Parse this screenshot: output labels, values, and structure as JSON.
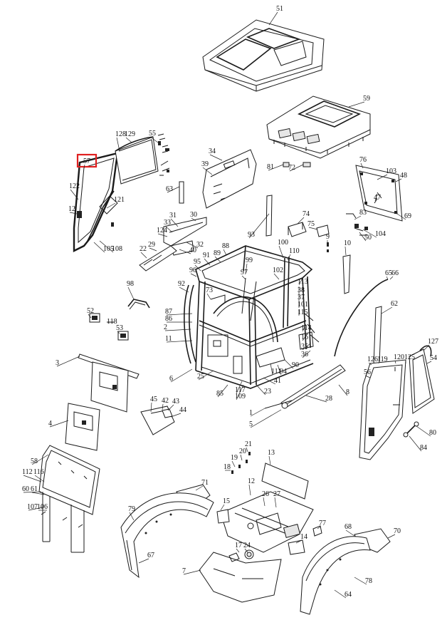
{
  "highlight": {
    "part": "57",
    "color": "#e02020"
  },
  "callouts": [
    {
      "id": "c51",
      "text": "51"
    },
    {
      "id": "c59",
      "text": "59"
    },
    {
      "id": "c128",
      "text": "128"
    },
    {
      "id": "c129",
      "text": "129"
    },
    {
      "id": "c55",
      "text": "55"
    },
    {
      "id": "c57",
      "text": "57"
    },
    {
      "id": "c122",
      "text": "122"
    },
    {
      "id": "c121",
      "text": "121"
    },
    {
      "id": "c12a",
      "text": "12"
    },
    {
      "id": "c105",
      "text": "105"
    },
    {
      "id": "c108",
      "text": "108"
    },
    {
      "id": "c34",
      "text": "34"
    },
    {
      "id": "c39",
      "text": "39"
    },
    {
      "id": "c63",
      "text": "63"
    },
    {
      "id": "c81",
      "text": "81"
    },
    {
      "id": "c72",
      "text": "72"
    },
    {
      "id": "c76",
      "text": "76"
    },
    {
      "id": "c103",
      "text": "103"
    },
    {
      "id": "c48",
      "text": "48"
    },
    {
      "id": "c47",
      "text": "47"
    },
    {
      "id": "c69",
      "text": "69"
    },
    {
      "id": "c83",
      "text": "83"
    },
    {
      "id": "c104",
      "text": "104"
    },
    {
      "id": "c50",
      "text": "50"
    },
    {
      "id": "c31",
      "text": "31"
    },
    {
      "id": "c33",
      "text": "33"
    },
    {
      "id": "c30",
      "text": "30"
    },
    {
      "id": "c124",
      "text": "124"
    },
    {
      "id": "c32",
      "text": "32"
    },
    {
      "id": "c40",
      "text": "40"
    },
    {
      "id": "c29",
      "text": "29"
    },
    {
      "id": "c22",
      "text": "22"
    },
    {
      "id": "c74",
      "text": "74"
    },
    {
      "id": "c75",
      "text": "75"
    },
    {
      "id": "c9",
      "text": "9"
    },
    {
      "id": "c93",
      "text": "93"
    },
    {
      "id": "c100",
      "text": "100"
    },
    {
      "id": "c110",
      "text": "110"
    },
    {
      "id": "c10",
      "text": "10"
    },
    {
      "id": "c88",
      "text": "88"
    },
    {
      "id": "c89",
      "text": "89"
    },
    {
      "id": "c91",
      "text": "91"
    },
    {
      "id": "c95",
      "text": "95"
    },
    {
      "id": "c96",
      "text": "96"
    },
    {
      "id": "c99",
      "text": "99"
    },
    {
      "id": "c97",
      "text": "97"
    },
    {
      "id": "c102",
      "text": "102"
    },
    {
      "id": "c113",
      "text": "113"
    },
    {
      "id": "c38",
      "text": "38"
    },
    {
      "id": "c37",
      "text": "37"
    },
    {
      "id": "c101",
      "text": "101"
    },
    {
      "id": "c115",
      "text": "115"
    },
    {
      "id": "c65",
      "text": "65"
    },
    {
      "id": "c66",
      "text": "66"
    },
    {
      "id": "c62",
      "text": "62"
    },
    {
      "id": "c98",
      "text": "98"
    },
    {
      "id": "c92",
      "text": "92"
    },
    {
      "id": "c73",
      "text": "73"
    },
    {
      "id": "c87",
      "text": "87"
    },
    {
      "id": "c86",
      "text": "86"
    },
    {
      "id": "c2",
      "text": "2"
    },
    {
      "id": "c11",
      "text": "11"
    },
    {
      "id": "c52",
      "text": "52"
    },
    {
      "id": "c118",
      "text": "118"
    },
    {
      "id": "c53",
      "text": "53"
    },
    {
      "id": "c114",
      "text": "114"
    },
    {
      "id": "c16",
      "text": "16"
    },
    {
      "id": "c35",
      "text": "35"
    },
    {
      "id": "c36",
      "text": "36"
    },
    {
      "id": "c127",
      "text": "127"
    },
    {
      "id": "c126",
      "text": "126"
    },
    {
      "id": "c119",
      "text": "119"
    },
    {
      "id": "c120",
      "text": "120"
    },
    {
      "id": "c125",
      "text": "125"
    },
    {
      "id": "c54",
      "text": "54"
    },
    {
      "id": "c56",
      "text": "56"
    },
    {
      "id": "c3",
      "text": "3"
    },
    {
      "id": "c6",
      "text": "6"
    },
    {
      "id": "c25",
      "text": "25"
    },
    {
      "id": "c85",
      "text": "85"
    },
    {
      "id": "c117",
      "text": "117"
    },
    {
      "id": "c109",
      "text": "109"
    },
    {
      "id": "c111",
      "text": "111"
    },
    {
      "id": "c94",
      "text": "94"
    },
    {
      "id": "c90",
      "text": "90"
    },
    {
      "id": "c41",
      "text": "41"
    },
    {
      "id": "c23",
      "text": "23"
    },
    {
      "id": "c8",
      "text": "8"
    },
    {
      "id": "c28",
      "text": "28"
    },
    {
      "id": "c1",
      "text": "1"
    },
    {
      "id": "c5",
      "text": "5"
    },
    {
      "id": "c45",
      "text": "45"
    },
    {
      "id": "c42",
      "text": "42"
    },
    {
      "id": "c43",
      "text": "43"
    },
    {
      "id": "c44",
      "text": "44"
    },
    {
      "id": "c4",
      "text": "4"
    },
    {
      "id": "c80",
      "text": "80"
    },
    {
      "id": "c84",
      "text": "84"
    },
    {
      "id": "c58",
      "text": "58"
    },
    {
      "id": "c112",
      "text": "112"
    },
    {
      "id": "c116",
      "text": "116"
    },
    {
      "id": "c60",
      "text": "60"
    },
    {
      "id": "c61",
      "text": "61"
    },
    {
      "id": "c107",
      "text": "107"
    },
    {
      "id": "c106",
      "text": "106"
    },
    {
      "id": "c21",
      "text": "21"
    },
    {
      "id": "c20",
      "text": "20"
    },
    {
      "id": "c19",
      "text": "19"
    },
    {
      "id": "c18",
      "text": "18"
    },
    {
      "id": "c13",
      "text": "13"
    },
    {
      "id": "c12b",
      "text": "12"
    },
    {
      "id": "c26",
      "text": "26"
    },
    {
      "id": "c27",
      "text": "27"
    },
    {
      "id": "c71",
      "text": "71"
    },
    {
      "id": "c15",
      "text": "15"
    },
    {
      "id": "c79",
      "text": "79"
    },
    {
      "id": "c77",
      "text": "77"
    },
    {
      "id": "c68",
      "text": "68"
    },
    {
      "id": "c70",
      "text": "70"
    },
    {
      "id": "c14",
      "text": "14"
    },
    {
      "id": "c17",
      "text": "17"
    },
    {
      "id": "c24",
      "text": "24"
    },
    {
      "id": "c67",
      "text": "67"
    },
    {
      "id": "c7",
      "text": "7"
    },
    {
      "id": "c78",
      "text": "78"
    },
    {
      "id": "c64",
      "text": "64"
    }
  ]
}
